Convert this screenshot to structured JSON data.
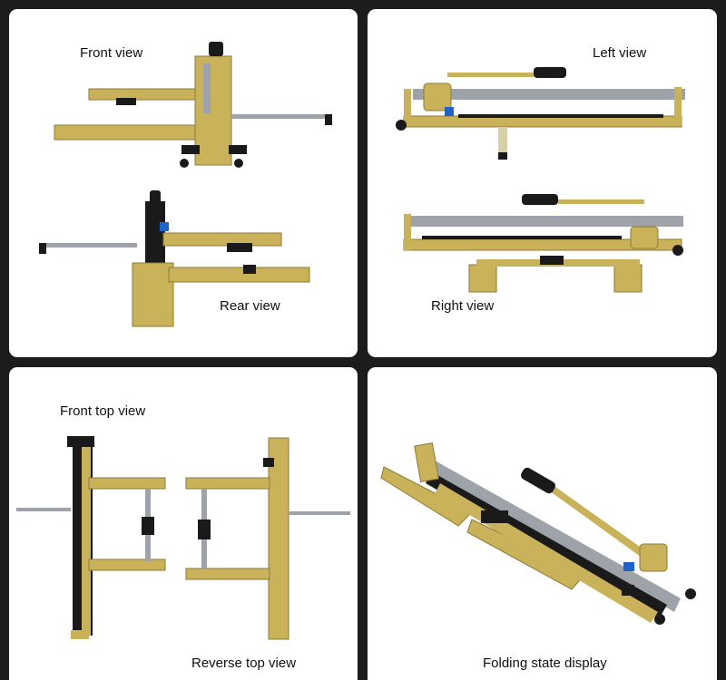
{
  "panels": {
    "front_view": {
      "label": "Front view"
    },
    "left_view": {
      "label": "Left view"
    },
    "rear_view": {
      "label": "Rear view"
    },
    "right_view": {
      "label": "Right view"
    },
    "front_top_view": {
      "label": "Front top view"
    },
    "reverse_top_view": {
      "label": "Reverse top view"
    },
    "folding_state": {
      "label": "Folding state display"
    }
  },
  "colors": {
    "brass": "#c9b25a",
    "brass_dark": "#8e7a36",
    "rail": "#9da3a8",
    "black": "#1a1a1a",
    "blue": "#1e64c8",
    "background": "#1c1c1c"
  }
}
